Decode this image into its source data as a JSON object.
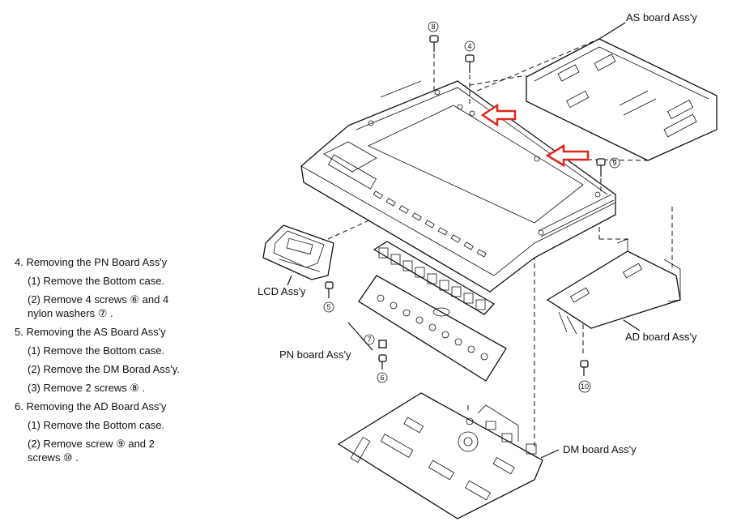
{
  "labels": {
    "as_board": "AS board Ass'y",
    "lcd": "LCD Ass'y",
    "pn_board": "PN board Ass'y",
    "ad_board": "AD board Ass'y",
    "dm_board": "DM board Ass'y"
  },
  "callouts": {
    "c4": "4",
    "c5": "5",
    "c6": "6",
    "c7": "7",
    "c8": "8",
    "c9": "9",
    "c10": "10"
  },
  "colors": {
    "arrow": "#e0261d",
    "ink": "#111111"
  },
  "steps": [
    {
      "title": "4.  Removing the PN Board Ass'y",
      "items": [
        {
          "lines": [
            "(1) Remove the Bottom case."
          ]
        },
        {
          "lines": [
            "(2) Remove 4 screws  ⑥  and 4",
            "nylon washers  ⑦ ."
          ]
        }
      ]
    },
    {
      "title": "5.  Removing the AS Board Ass'y",
      "items": [
        {
          "lines": [
            "(1) Remove the Bottom case."
          ]
        },
        {
          "lines": [
            "(2) Remove the DM Borad Ass'y."
          ]
        },
        {
          "lines": [
            "(3) Remove 2 screws  ⑧ ."
          ]
        }
      ]
    },
    {
      "title": "6.  Removing the AD Board Ass'y",
      "items": [
        {
          "lines": [
            "(1) Remove the Bottom case."
          ]
        },
        {
          "lines": [
            "(2) Remove  screw   ⑨   and 2",
            "screws  ⑩ ."
          ]
        }
      ]
    }
  ]
}
